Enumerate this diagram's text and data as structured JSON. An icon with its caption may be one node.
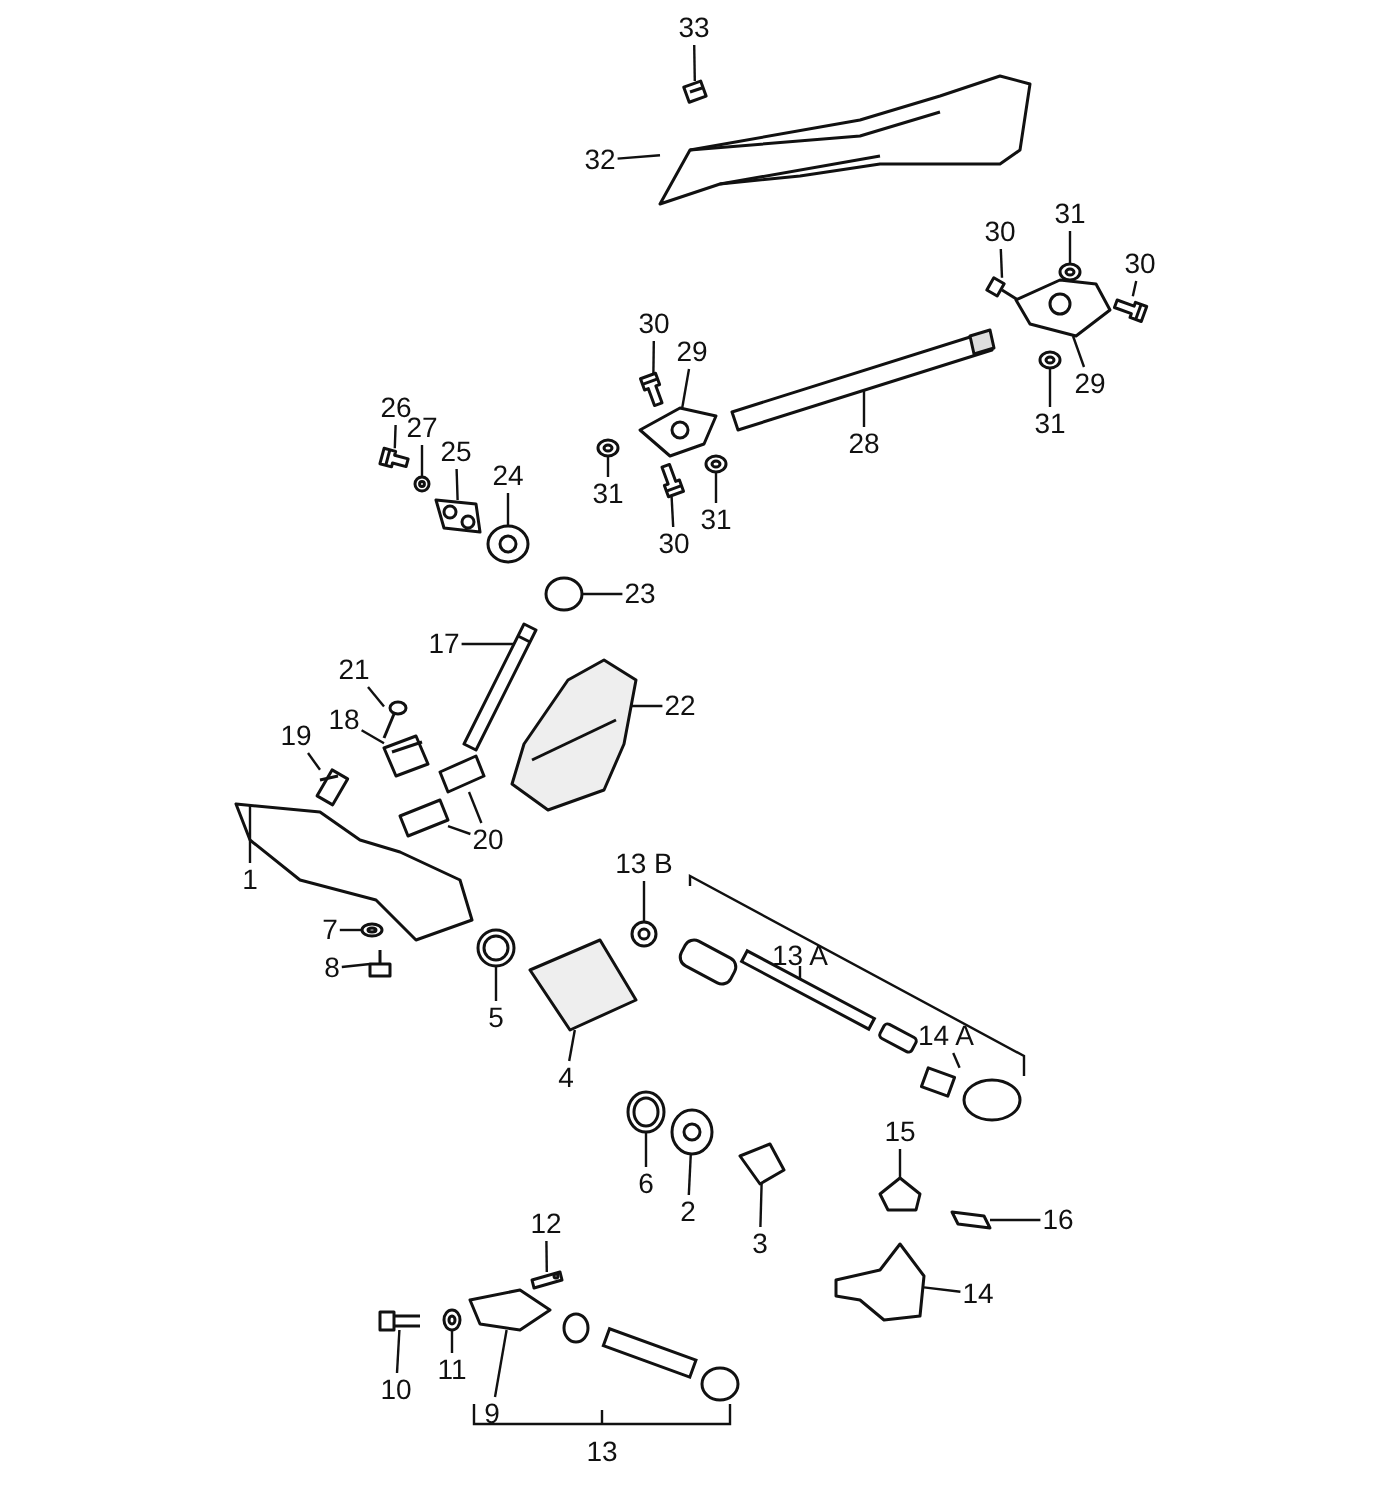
{
  "diagram": {
    "nodes": [
      {
        "text": [
          "33"
        ]
      },
      {
        "text": [
          "32"
        ]
      },
      {
        "text": [
          "30"
        ]
      },
      {
        "text": [
          "31"
        ]
      },
      {
        "text": [
          "30"
        ]
      },
      {
        "text": [
          "29"
        ]
      },
      {
        "text": [
          "31"
        ]
      },
      {
        "text": [
          "30"
        ]
      },
      {
        "text": [
          "29"
        ]
      },
      {
        "text": [
          "28"
        ]
      },
      {
        "text": [
          "31"
        ]
      },
      {
        "text": [
          "30"
        ]
      },
      {
        "text": [
          "31"
        ]
      },
      {
        "text": [
          "26"
        ]
      },
      {
        "text": [
          "27"
        ]
      },
      {
        "text": [
          "25"
        ]
      },
      {
        "text": [
          "24"
        ]
      },
      {
        "text": [
          "23"
        ]
      },
      {
        "text": [
          "17"
        ]
      },
      {
        "text": [
          "22"
        ]
      },
      {
        "text": [
          "21"
        ]
      },
      {
        "text": [
          "18"
        ]
      },
      {
        "text": [
          "19"
        ]
      },
      {
        "text": [
          "20"
        ]
      },
      {
        "text": [
          "1"
        ]
      },
      {
        "text": [
          "7"
        ]
      },
      {
        "text": [
          "8"
        ]
      },
      {
        "text": [
          "5"
        ]
      },
      {
        "text": [
          "4"
        ]
      },
      {
        "text": [
          "13 B"
        ]
      },
      {
        "text": [
          "14 A"
        ]
      },
      {
        "text": [
          "6"
        ]
      },
      {
        "text": [
          "2"
        ]
      },
      {
        "text": [
          "3"
        ]
      },
      {
        "text": [
          "15"
        ]
      },
      {
        "text": [
          "16"
        ]
      },
      {
        "text": [
          "14"
        ]
      },
      {
        "text": [
          "12"
        ]
      },
      {
        "text": [
          "10"
        ]
      },
      {
        "text": [
          "11"
        ]
      },
      {
        "text": [
          "9"
        ]
      },
      {
        "text": [],
        "shape": "picture"
      },
      {
        "text": [],
        "shape": "picture"
      },
      {
        "text": [],
        "shape": "picture"
      },
      {
        "text": [],
        "shape": "picture"
      },
      {
        "text": [],
        "shape": "picture"
      },
      {
        "text": [],
        "shape": "picture"
      },
      {
        "text": [],
        "shape": "picture"
      },
      {
        "text": [],
        "shape": "picture"
      },
      {
        "text": [],
        "shape": "picture"
      },
      {
        "text": [],
        "shape": "picture"
      },
      {
        "text": [],
        "shape": "picture"
      },
      {
        "text": [],
        "shape": "picture"
      },
      {
        "text": [],
        "shape": "picture"
      },
      {
        "text": [],
        "shape": "picture"
      },
      {
        "text": [],
        "shape": "picture"
      },
      {
        "text": [],
        "shape": "picture"
      },
      {
        "text": [],
        "shape": "picture"
      },
      {
        "text": [],
        "shape": "picture"
      },
      {
        "text": [],
        "shape": "picture"
      },
      {
        "text": [],
        "shape": "picture"
      },
      {
        "text": [],
        "shape": "picture"
      },
      {
        "text": [],
        "shape": "picture"
      },
      {
        "text": [],
        "shape": "picture"
      },
      {
        "text": [],
        "shape": "picture"
      },
      {
        "text": [],
        "shape": "picture"
      },
      {
        "text": [],
        "shape": "picture"
      },
      {
        "text": [],
        "shape": "picture"
      },
      {
        "text": [],
        "shape": "picture"
      },
      {
        "text": [],
        "shape": "picture"
      },
      {
        "text": [],
        "shape": "picture"
      },
      {
        "text": [],
        "shape": "picture"
      },
      {
        "text": [],
        "shape": "picture"
      },
      {
        "text": [],
        "shape": "picture"
      },
      {
        "text": [],
        "shape": "picture"
      },
      {
        "text": [],
        "shape": "picture"
      },
      {
        "text": [],
        "shape": "picture"
      },
      {
        "text": [],
        "shape": "picture"
      },
      {
        "text": [],
        "shape": "picture"
      },
      {
        "text": [],
        "shape": "picture"
      },
      {
        "text": [],
        "shape": "picture"
      },
      {
        "text": [],
        "shape": "picture"
      },
      {
        "text": [],
        "shape": "picture"
      }
    ],
    "edges": [
      {
        "from": 0,
        "to": 41,
        "arrow": "none"
      },
      {
        "from": 1,
        "to": 42,
        "arrow": "none"
      },
      {
        "from": 2,
        "to": 43,
        "arrow": "none"
      },
      {
        "from": 3,
        "to": 44,
        "arrow": "none"
      },
      {
        "from": 4,
        "to": 45,
        "arrow": "none"
      },
      {
        "from": 5,
        "to": 46,
        "arrow": "none"
      },
      {
        "from": 6,
        "to": 47,
        "arrow": "none"
      },
      {
        "from": 7,
        "to": 48,
        "arrow": "none"
      },
      {
        "from": 8,
        "to": 49,
        "arrow": "none"
      },
      {
        "from": 9,
        "to": 50,
        "arrow": "none"
      },
      {
        "from": 10,
        "to": 51,
        "arrow": "none"
      },
      {
        "from": 11,
        "to": 52,
        "arrow": "none"
      },
      {
        "from": 12,
        "to": 53,
        "arrow": "none"
      },
      {
        "from": 13,
        "to": 54,
        "arrow": "none"
      },
      {
        "from": 14,
        "to": 55,
        "arrow": "none"
      },
      {
        "from": 15,
        "to": 56,
        "arrow": "none"
      },
      {
        "from": 16,
        "to": 57,
        "arrow": "none"
      },
      {
        "from": 17,
        "to": 58,
        "arrow": "none"
      },
      {
        "from": 18,
        "to": 59,
        "arrow": "none"
      },
      {
        "from": 19,
        "to": 60,
        "arrow": "none"
      },
      {
        "from": 20,
        "to": 61,
        "arrow": "none"
      },
      {
        "from": 21,
        "to": 62,
        "arrow": "none"
      },
      {
        "from": 22,
        "to": 63,
        "arrow": "none"
      },
      {
        "from": 23,
        "to": 64,
        "arrow": "none"
      },
      {
        "from": 23,
        "to": 65,
        "arrow": "none"
      },
      {
        "from": 24,
        "to": 66,
        "arrow": "none"
      },
      {
        "from": 25,
        "to": 67,
        "arrow": "none"
      },
      {
        "from": 26,
        "to": 68,
        "arrow": "none"
      },
      {
        "from": 27,
        "to": 69,
        "arrow": "none"
      },
      {
        "from": 28,
        "to": 70,
        "arrow": "none"
      },
      {
        "from": 29,
        "to": 71,
        "arrow": "none"
      },
      {
        "from": 30,
        "to": 72,
        "arrow": "none"
      },
      {
        "from": 31,
        "to": 73,
        "arrow": "none"
      },
      {
        "from": 32,
        "to": 74,
        "arrow": "none"
      },
      {
        "from": 33,
        "to": 75,
        "arrow": "none"
      },
      {
        "from": 34,
        "to": 76,
        "arrow": "none"
      },
      {
        "from": 35,
        "to": 77,
        "arrow": "none"
      },
      {
        "from": 36,
        "to": 78,
        "arrow": "none"
      },
      {
        "from": 37,
        "to": 79,
        "arrow": "none"
      },
      {
        "from": 38,
        "to": 80,
        "arrow": "none"
      },
      {
        "from": 39,
        "to": 81,
        "arrow": "none"
      },
      {
        "from": 40,
        "to": 82,
        "arrow": "none"
      }
    ],
    "labels": [
      "13 A",
      "13"
    ]
  }
}
